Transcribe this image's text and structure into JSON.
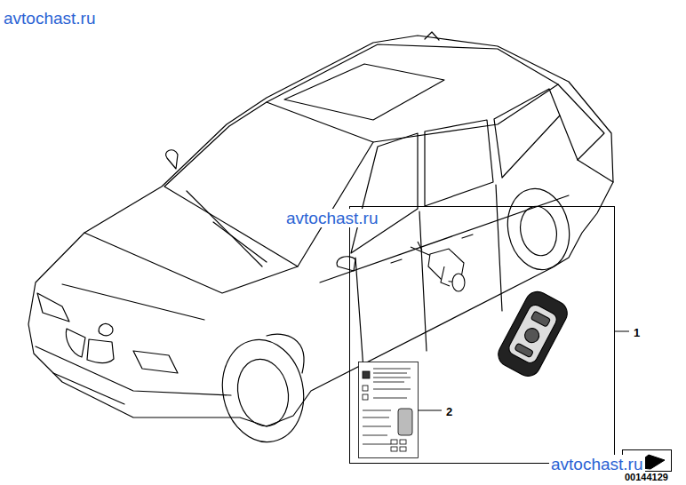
{
  "diagram": {
    "labels": [
      "avtochast.ru",
      "avtochast.ru",
      "1",
      "2",
      "avtochast.ru",
      "00144129"
    ]
  }
}
